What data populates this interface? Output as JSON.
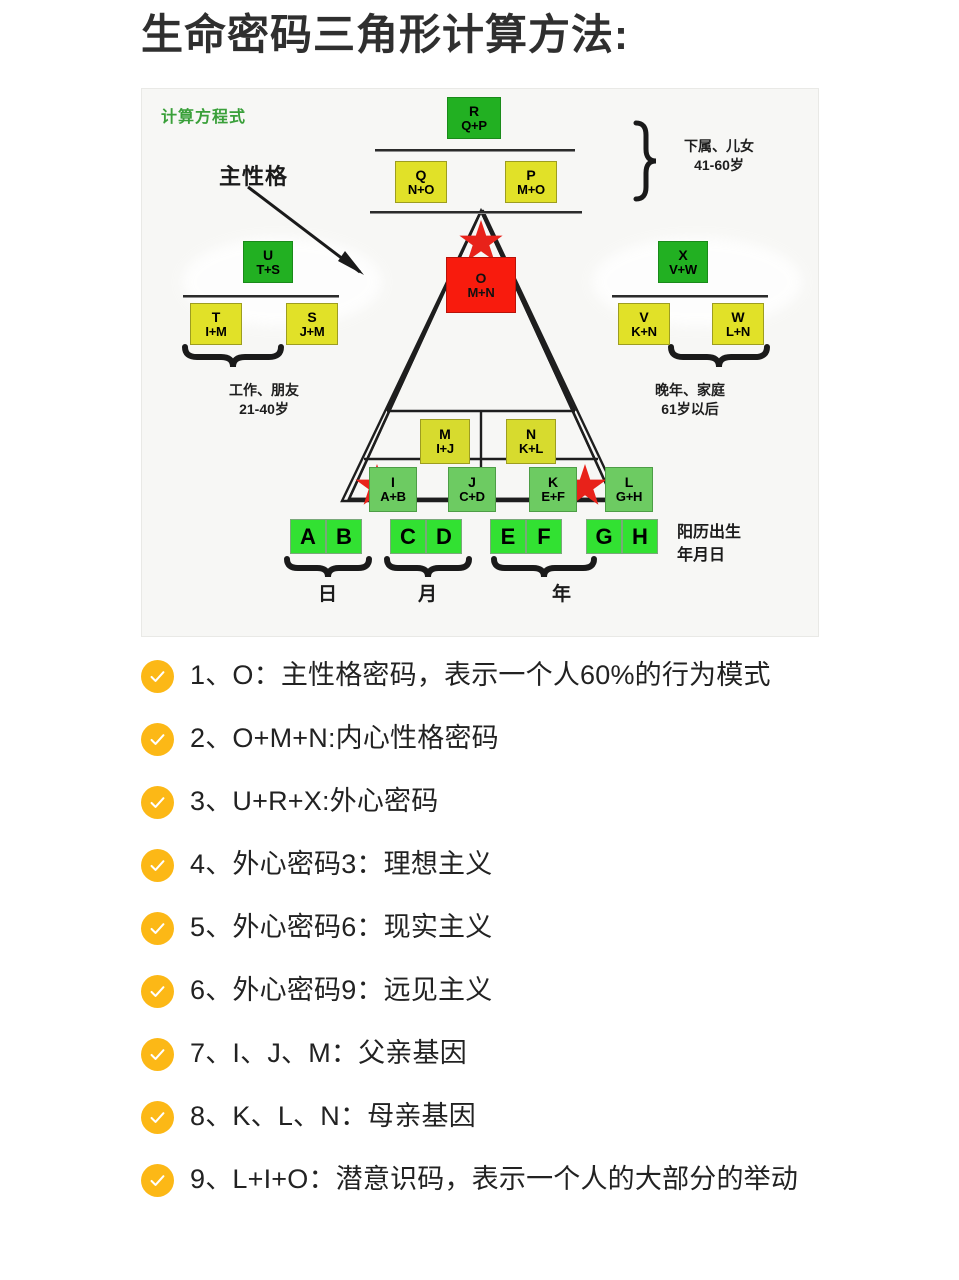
{
  "page": {
    "title": "生命密码三角形计算方法:"
  },
  "diagram": {
    "equation_title": "计算方程式",
    "main_personality_label": "主性格",
    "top_cells": [
      {
        "key": "R",
        "formula": "Q+P",
        "color": "green"
      },
      {
        "key": "Q",
        "formula": "N+O",
        "color": "yellow"
      },
      {
        "key": "P",
        "formula": "M+O",
        "color": "yellow"
      }
    ],
    "left_cells": [
      {
        "key": "U",
        "formula": "T+S",
        "color": "green"
      },
      {
        "key": "T",
        "formula": "I+M",
        "color": "yellow"
      },
      {
        "key": "S",
        "formula": "J+M",
        "color": "yellow"
      }
    ],
    "right_cells": [
      {
        "key": "X",
        "formula": "V+W",
        "color": "green"
      },
      {
        "key": "V",
        "formula": "K+N",
        "color": "yellow"
      },
      {
        "key": "W",
        "formula": "L+N",
        "color": "yellow"
      }
    ],
    "center_cell": {
      "key": "O",
      "formula": "M+N",
      "color": "red"
    },
    "mid_cells": [
      {
        "key": "M",
        "formula": "I+J",
        "color": "olive"
      },
      {
        "key": "N",
        "formula": "K+L",
        "color": "olive"
      }
    ],
    "base_cells": [
      {
        "key": "I",
        "formula": "A+B",
        "color": "lgreen"
      },
      {
        "key": "J",
        "formula": "C+D",
        "color": "lgreen"
      },
      {
        "key": "K",
        "formula": "E+F",
        "color": "lgreen"
      },
      {
        "key": "L",
        "formula": "G+H",
        "color": "lgreen"
      }
    ],
    "annotations": {
      "top_right": "下属、儿女\n41-60岁",
      "left": "工作、朋友\n21-40岁",
      "right": "晚年、家庭\n61岁以后",
      "birth": "阳历出生\n年月日"
    },
    "date_boxes": [
      "A",
      "B",
      "C",
      "D",
      "E",
      "F",
      "G",
      "H"
    ],
    "date_group_labels": [
      "日",
      "月",
      "年"
    ],
    "colors": {
      "green": "#22b022",
      "yellow": "#e1e128",
      "olive": "#d7db2e",
      "light_green": "#6dcb62",
      "red": "#f81b0d",
      "bright_green": "#32e132",
      "star": "#e8221a",
      "equation_title": "#3aa03a"
    }
  },
  "checklist": {
    "icon": "check-circle-icon",
    "accent_color": "#fcb816",
    "items": [
      "1、O：主性格密码，表示一个人60%的行为模式",
      "2、O+M+N:内心性格密码",
      "3、U+R+X:外心密码",
      "4、外心密码3：理想主义",
      "5、外心密码6：现实主义",
      "6、外心密码9：远见主义",
      "7、I、J、M：父亲基因",
      "8、K、L、N：母亲基因",
      "9、L+I+O：潜意识码，表示一个人的大部分的举动"
    ]
  }
}
